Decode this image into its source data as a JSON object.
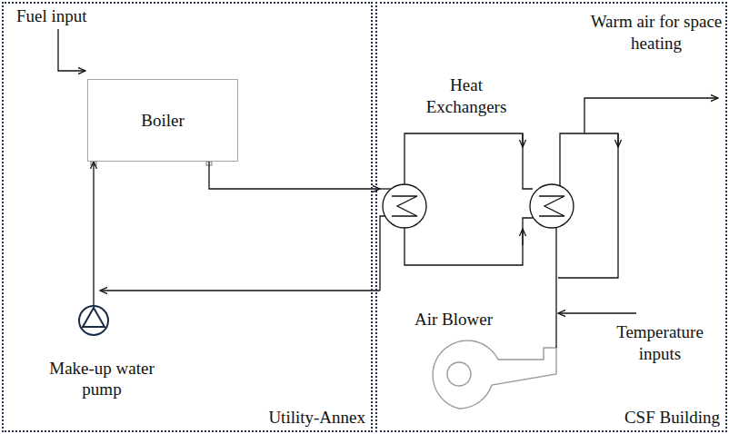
{
  "diagram": {
    "nodes": [
      {
        "text": [
          "Utility-Annex"
        ]
      },
      {
        "text": [
          "Boiler"
        ],
        "in": 0
      },
      {
        "text": [
          "Make-up water pump"
        ],
        "in": 0
      },
      {
        "text": [
          "CSF Building"
        ]
      },
      {
        "text": [
          "Heat Exchangers"
        ],
        "in": 3
      },
      {
        "text": [
          "Air Blower"
        ],
        "in": 3
      }
    ],
    "edges": [
      {
        "from": 1,
        "to": 4,
        "arrow": "to"
      },
      {
        "from": 4,
        "to": 2,
        "arrow": "to"
      },
      {
        "from": 2,
        "to": 1,
        "arrow": "to"
      },
      {
        "from": 5,
        "to": 4,
        "arrow": "none"
      }
    ],
    "labels": [
      "Fuel input",
      "Warm air for space heating",
      "Temperature inputs"
    ]
  }
}
